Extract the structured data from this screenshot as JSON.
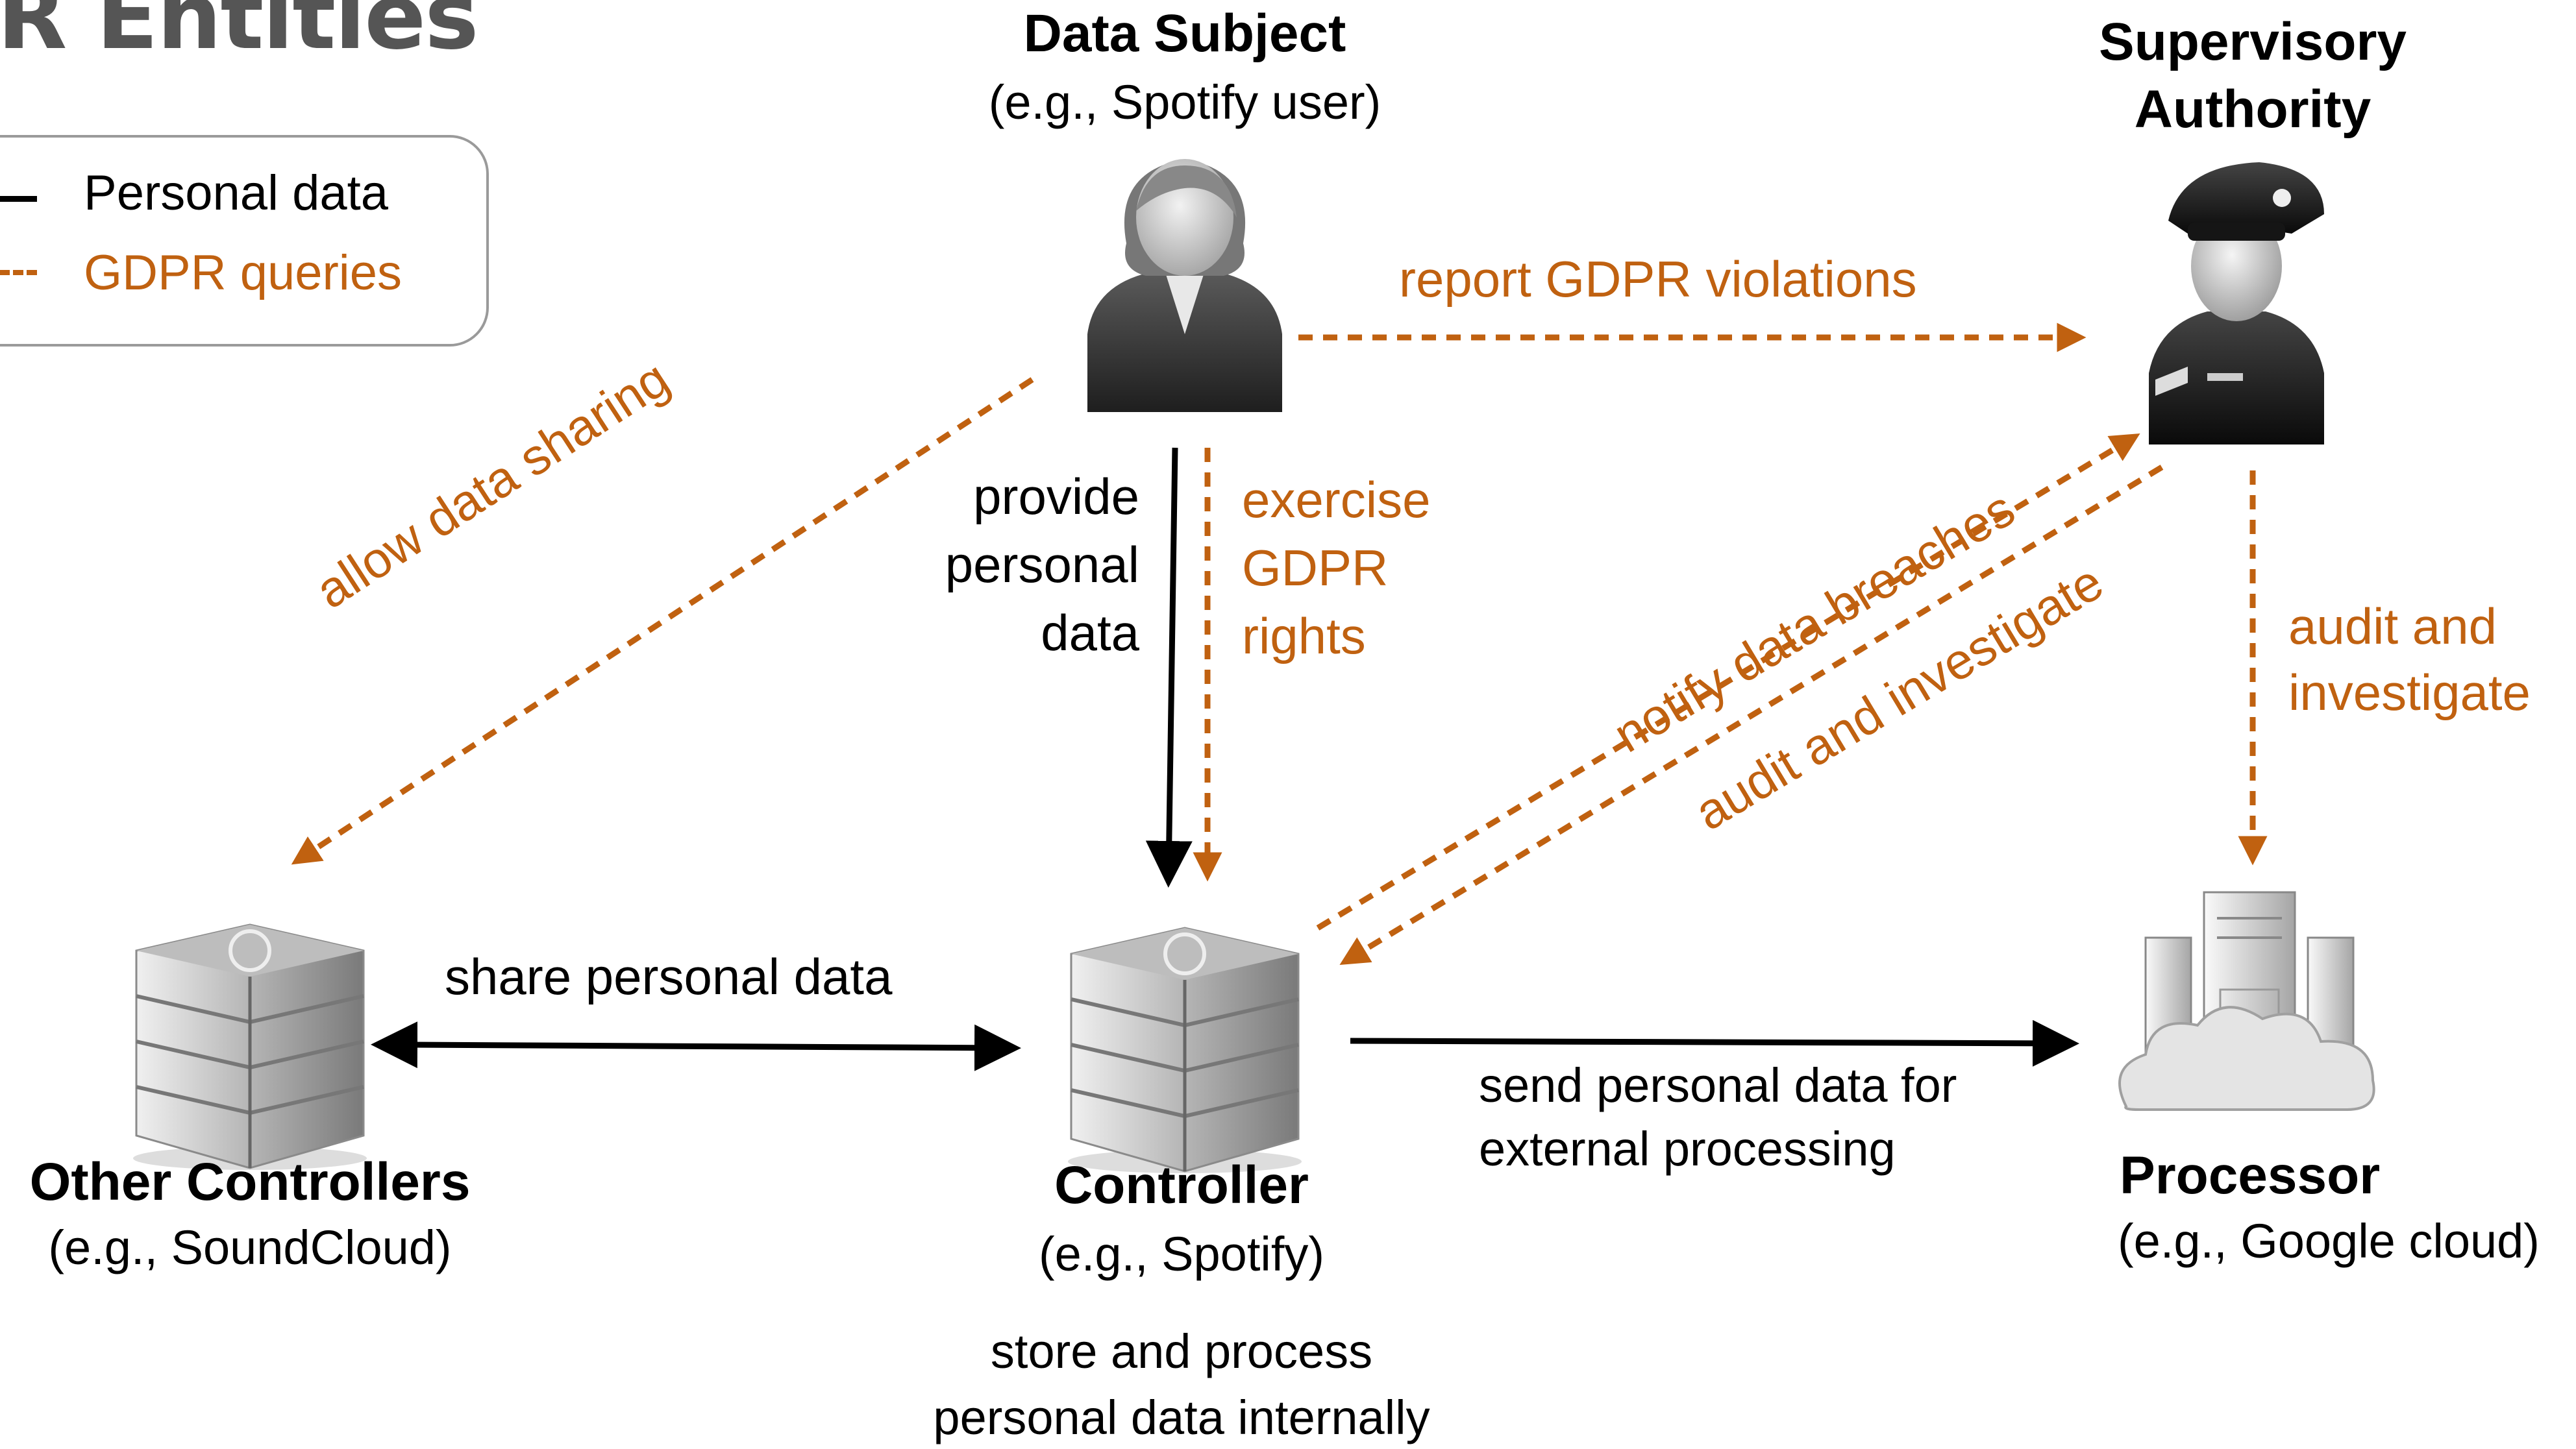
{
  "title": "PR Entities",
  "legend": {
    "personal_data": "Personal data",
    "gdpr_queries": "GDPR queries"
  },
  "entities": {
    "data_subject": {
      "name": "Data Subject",
      "example": "(e.g., Spotify user)"
    },
    "supervisory_authority": {
      "name_line1": "Supervisory",
      "name_line2": "Authority"
    },
    "other_controllers": {
      "name": "Other Controllers",
      "example": "(e.g., SoundCloud)"
    },
    "controller": {
      "name": "Controller",
      "example": "(e.g., Spotify)",
      "note_line1": "store and process",
      "note_line2": "personal data internally"
    },
    "processor": {
      "name": "Processor",
      "example": "(e.g., Google cloud)"
    }
  },
  "edges": {
    "report_violations": "report GDPR violations",
    "provide_data": [
      "provide",
      "personal",
      "data"
    ],
    "exercise_rights": [
      "exercise",
      "GDPR",
      "rights"
    ],
    "allow_sharing": "allow data sharing",
    "notify_breaches": "notify data breaches",
    "audit_investigate_diag": "audit and investigate",
    "audit_investigate_processor": [
      "audit and",
      "investigate"
    ],
    "share_data": "share personal data",
    "send_data": [
      "send personal data for",
      "external processing"
    ]
  },
  "colors": {
    "personal_data": "#000000",
    "gdpr_queries": "#c06110",
    "title": "#555555"
  },
  "icons": {
    "data_subject": "person-icon",
    "supervisory_authority": "police-officer-icon",
    "other_controllers": "building-icon",
    "controller": "building-icon",
    "processor": "cloud-server-icon"
  }
}
